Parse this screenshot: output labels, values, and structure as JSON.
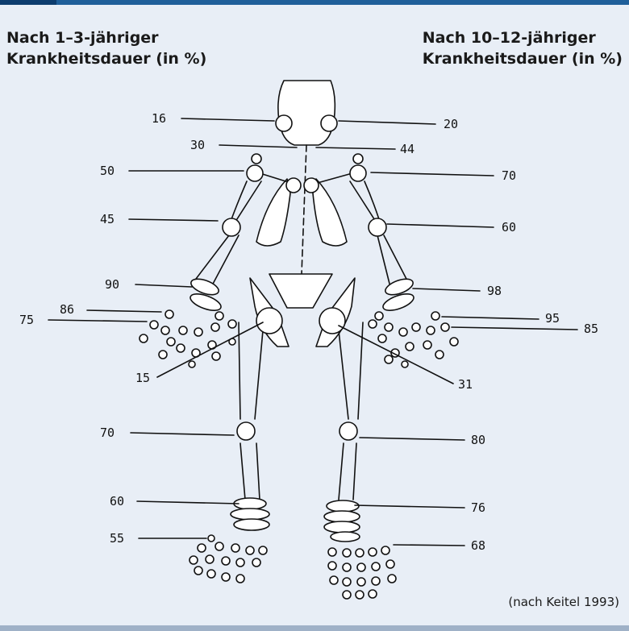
{
  "header": {
    "left_line1": "Nach 1–3-jähriger",
    "left_line2": "Krankheitsdauer (in %)",
    "right_line1": "Nach 10–12-jähriger",
    "right_line2": "Krankheitsdauer (in %)"
  },
  "citation": "(nach Keitel 1993)",
  "left_values": {
    "jaw": "16",
    "cervical": "30",
    "shoulder": "50",
    "elbow": "45",
    "wrist": "90",
    "mcp": "86",
    "pip": "75",
    "hip": "15",
    "knee": "70",
    "ankle": "60",
    "toes": "55"
  },
  "right_values": {
    "jaw": "20",
    "cervical": "44",
    "shoulder": "70",
    "elbow": "60",
    "wrist": "98",
    "mcp": "95",
    "pip": "85",
    "hip": "31",
    "knee": "80",
    "ankle": "76",
    "toes": "68"
  },
  "colors": {
    "accent": "#1f5f9a",
    "panel": "#e8eef6",
    "ink": "#111111"
  }
}
